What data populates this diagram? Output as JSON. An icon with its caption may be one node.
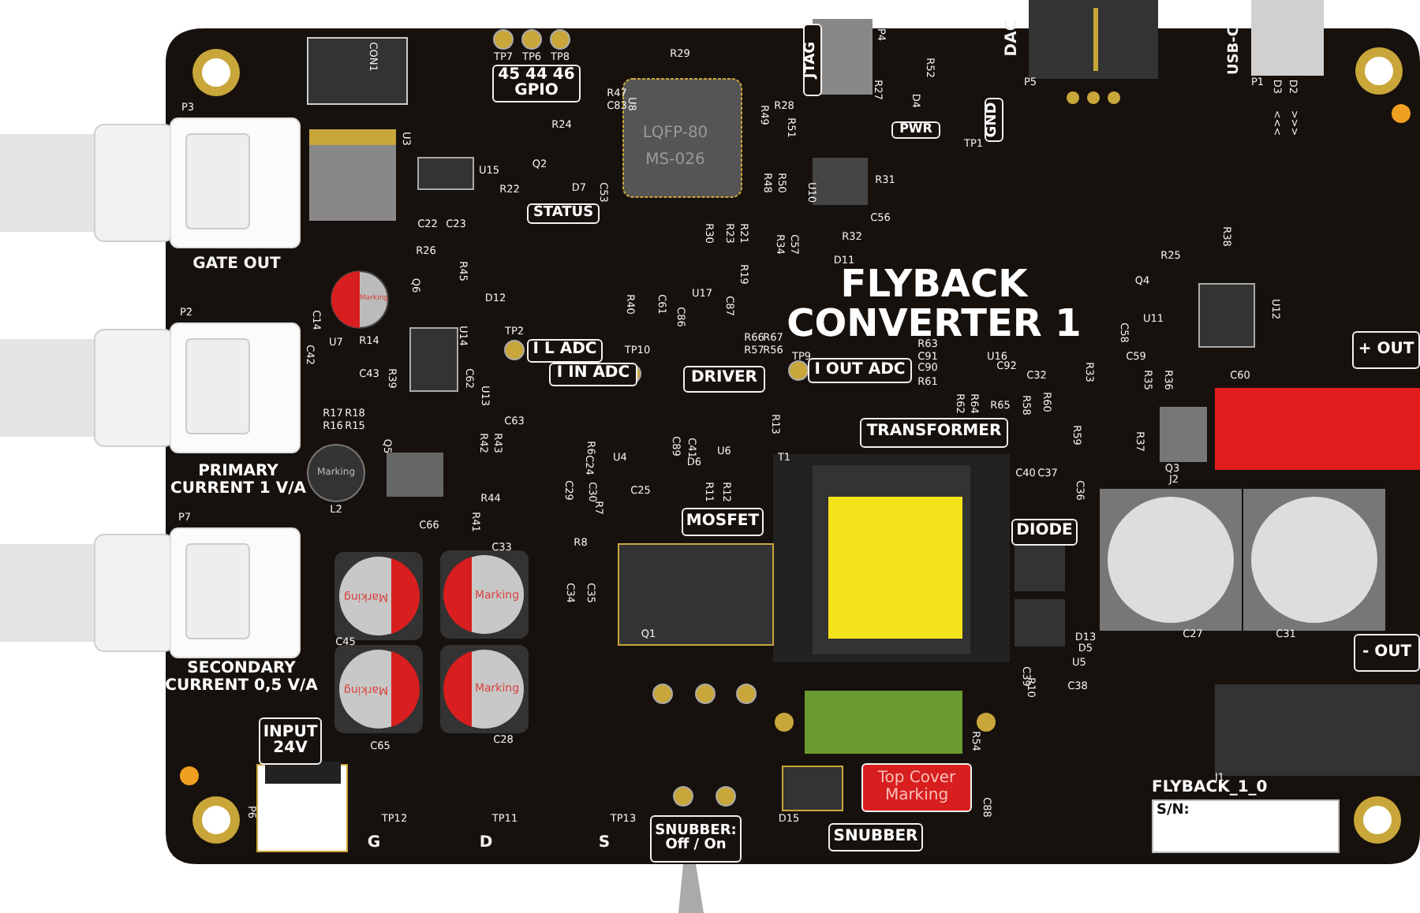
{
  "diagram": {
    "title": "FLYBACK CONVERTER 1",
    "nodes": [
      {
        "text": [
          "45 44 46",
          "GPIO"
        ]
      },
      {
        "text": [
          "STATUS"
        ]
      },
      {
        "text": [
          "I L ADC"
        ]
      },
      {
        "text": [
          "I IN ADC"
        ]
      },
      {
        "text": [
          "JTAG"
        ]
      },
      {
        "text": [
          "PWR"
        ]
      },
      {
        "text": [
          "GND"
        ]
      },
      {
        "text": [
          "DRIVER"
        ]
      },
      {
        "text": [
          "I OUT ADC"
        ]
      },
      {
        "text": [
          "TRANSFORMER"
        ]
      },
      {
        "text": [
          "MOSFET"
        ]
      },
      {
        "text": [
          "DIODE"
        ]
      },
      {
        "text": [
          "+ OUT"
        ]
      },
      {
        "text": [
          "- OUT"
        ]
      },
      {
        "text": [
          "INPUT 24V"
        ]
      },
      {
        "text": [
          "SNUBBER: Off / On"
        ]
      },
      {
        "text": [
          "SNUBBER"
        ]
      },
      {
        "text": [
          "Top Cover Marking"
        ]
      },
      {
        "text": [
          "FLYBACK_1_0",
          "S/N:"
        ]
      }
    ],
    "labels": [
      "CON1",
      "TP7",
      "TP6",
      "TP8",
      "R29",
      "P4",
      "R47",
      "C83",
      "DAC",
      "USB-C",
      "P5",
      "P1",
      "D3",
      "D2",
      "U8",
      "LQFP-80",
      "MS-026",
      "R49",
      "R28",
      "R51",
      "R27",
      "R52",
      "D4",
      "<<<",
      ">>>",
      "P3",
      "U3",
      "R24",
      "U15",
      "Q2",
      "R22",
      "D7",
      "C53",
      "TP1",
      "R48",
      "R50",
      "U10",
      "R31",
      "C56",
      "C22",
      "C23",
      "R30",
      "R23",
      "R21",
      "R34",
      "C57",
      "D11",
      "R32",
      "R38",
      "R25",
      "R26",
      "GATE OUT",
      "R45",
      "Q6",
      "D12",
      "R19",
      "Q4",
      "U12",
      "C14",
      "Marking",
      "P2",
      "U17",
      "R40",
      "C61",
      "C87",
      "C86",
      "U11",
      "C58",
      "U7",
      "R14",
      "C42",
      "U14",
      "TP2",
      "TP10",
      "R66",
      "R67",
      "R57",
      "R56",
      "TP9",
      "C43",
      "R39",
      "C62",
      "U13",
      "R63",
      "C91",
      "C90",
      "R61",
      "U16",
      "C92",
      "C59",
      "R35",
      "R36",
      "R33",
      "C60",
      "R17",
      "R18",
      "R16",
      "R15",
      "C32",
      "R62",
      "R64",
      "R65",
      "R58",
      "R60",
      "C63",
      "Q5",
      "R42",
      "R43",
      "R6",
      "U4",
      "C89",
      "C41",
      "U6",
      "R13",
      "T1",
      "R59",
      "R37",
      "D6",
      "C24",
      "C25",
      "Q3",
      "J2",
      "PRIMARY CURRENT 1 V/A",
      "Marking",
      "L2",
      "R44",
      "C29",
      "C30",
      "R7",
      "R8",
      "R11",
      "R12",
      "C40",
      "C37",
      "C36",
      "C66",
      "R41",
      "P7",
      "C33",
      "Q1",
      "C34",
      "C35",
      "Marking",
      "Marking",
      "Marking",
      "Marking",
      "C45",
      "D13",
      "D5",
      "C27",
      "C31",
      "U5",
      "C39",
      "R10",
      "C38",
      "SECONDARY CURRENT 0,5 V/A",
      "C28",
      "C65",
      "R54",
      "J1",
      "D15",
      "C88",
      "P6",
      "G",
      "TP12",
      "D",
      "TP11",
      "S",
      "TP13"
    ]
  }
}
